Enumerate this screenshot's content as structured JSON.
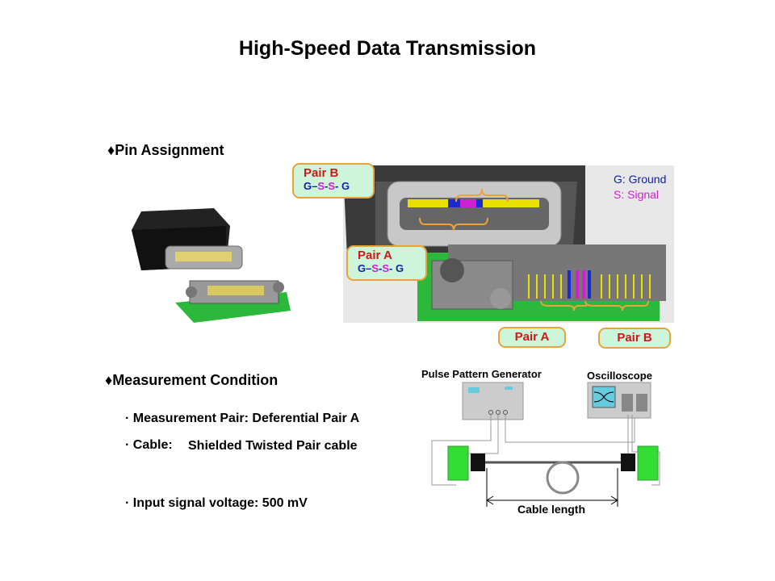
{
  "title": "High-Speed Data Transmission",
  "pin_section": {
    "heading": "Pin Assignment",
    "bullet": "♦"
  },
  "callouts": {
    "pair_b_top": {
      "name": "Pair B",
      "pattern": [
        "G",
        "–",
        "S",
        "-",
        "S",
        "- ",
        "G"
      ]
    },
    "pair_a_top": {
      "name": "Pair A",
      "pattern": [
        "G",
        "–",
        "S",
        "-",
        "S",
        "- ",
        "G"
      ]
    },
    "pair_a_bottom": "Pair A",
    "pair_b_bottom": "Pair B"
  },
  "legend": {
    "ground": "G: Ground",
    "signal": "S: Signal"
  },
  "measurement": {
    "heading": "Measurement Condition",
    "bullet": "♦",
    "items": [
      {
        "dot": "·",
        "text": "Measurement Pair: Deferential Pair A"
      },
      {
        "dot": "·",
        "text": "Cable:",
        "value": "Shielded Twisted Pair cable"
      },
      {
        "dot": "·",
        "text": "Input signal voltage: 500 mV"
      }
    ]
  },
  "setup": {
    "generator": "Pulse Pattern Generator",
    "scope": "Oscilloscope",
    "cable_length": "Cable length"
  },
  "colors": {
    "ground": "#1020b0",
    "signal": "#d020d0",
    "pair_label": "#d01818",
    "callout_bg": "#ccf5d9",
    "callout_border": "#e8a33a",
    "pcb": "#22b830"
  }
}
